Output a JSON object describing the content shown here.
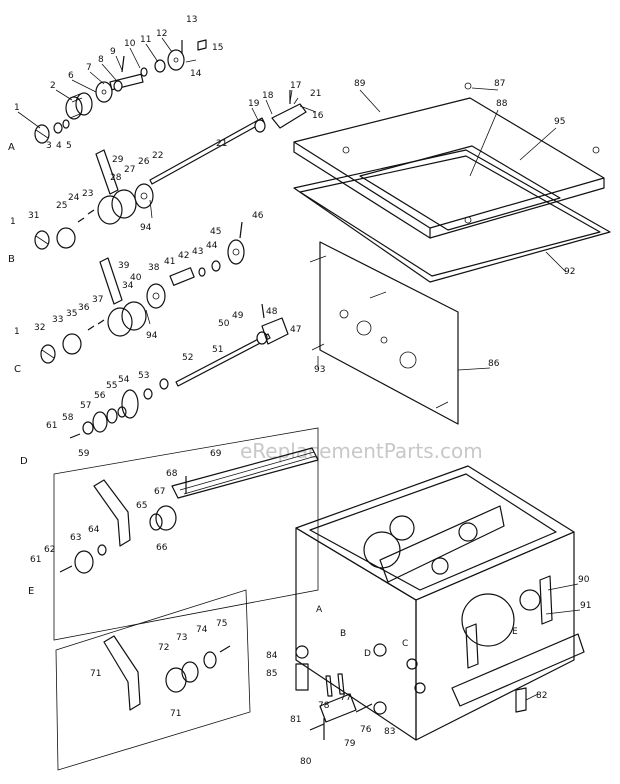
{
  "watermark": "eReplacementParts.com",
  "groups": [
    "A",
    "B",
    "C",
    "D",
    "E"
  ],
  "gearbox_face_labels": [
    "A",
    "B",
    "C",
    "D",
    "E"
  ],
  "callouts": {
    "a": [
      "1",
      "2",
      "3",
      "4",
      "5",
      "6",
      "7",
      "8",
      "9",
      "10",
      "11",
      "12",
      "13",
      "14",
      "15",
      "16",
      "17",
      "18",
      "19",
      "21",
      "21"
    ],
    "b": [
      "1",
      "31",
      "25",
      "24",
      "23",
      "28",
      "27",
      "26",
      "22",
      "29",
      "94"
    ],
    "c": [
      "1",
      "32",
      "33",
      "35",
      "36",
      "37",
      "34",
      "39",
      "40",
      "38",
      "41",
      "42",
      "43",
      "44",
      "45",
      "46",
      "94"
    ],
    "d": [
      "61",
      "58",
      "59",
      "57",
      "56",
      "55",
      "54",
      "53",
      "52",
      "51",
      "50",
      "49",
      "48",
      "47"
    ],
    "e": [
      "61",
      "62",
      "63",
      "64",
      "66",
      "65",
      "67",
      "68",
      "69"
    ],
    "fork": [
      "71",
      "71",
      "72",
      "73",
      "74",
      "75"
    ],
    "housing": [
      "87",
      "89",
      "88",
      "95",
      "92",
      "86",
      "93",
      "90",
      "91",
      "82",
      "84",
      "85",
      "78",
      "77",
      "76",
      "83",
      "79",
      "81",
      "80"
    ]
  }
}
